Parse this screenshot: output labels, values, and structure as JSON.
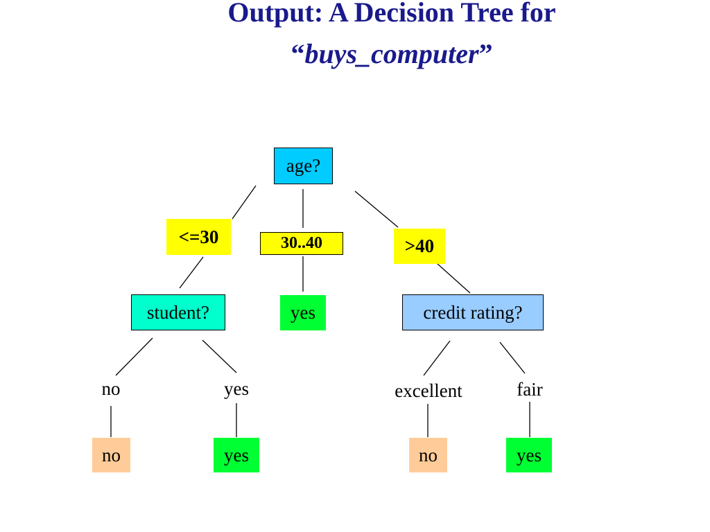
{
  "title": {
    "line1": "Output: A Decision Tree for",
    "line2_open": "“",
    "line2_em": "buys_computer",
    "line2_close": "”"
  },
  "tree": {
    "root": "age?",
    "branches": {
      "young": "<=30",
      "middle": "30..40",
      "senior": ">40"
    },
    "student_node": "student?",
    "middle_leaf": "yes",
    "credit_node": "credit rating?",
    "student_branches": {
      "no": "no",
      "yes": "yes"
    },
    "credit_branches": {
      "excellent": "excellent",
      "fair": "fair"
    },
    "leaves": {
      "student_no": "no",
      "student_yes": "yes",
      "credit_excellent": "no",
      "credit_fair": "yes"
    }
  },
  "colors": {
    "title": "#1a1a8c",
    "root_fill": "#00ccff",
    "branch_fill": "#ffff00",
    "student_fill": "#00ffcc",
    "credit_fill": "#99ccff",
    "yes_fill": "#00ff33",
    "no_fill": "#ffcc99"
  }
}
